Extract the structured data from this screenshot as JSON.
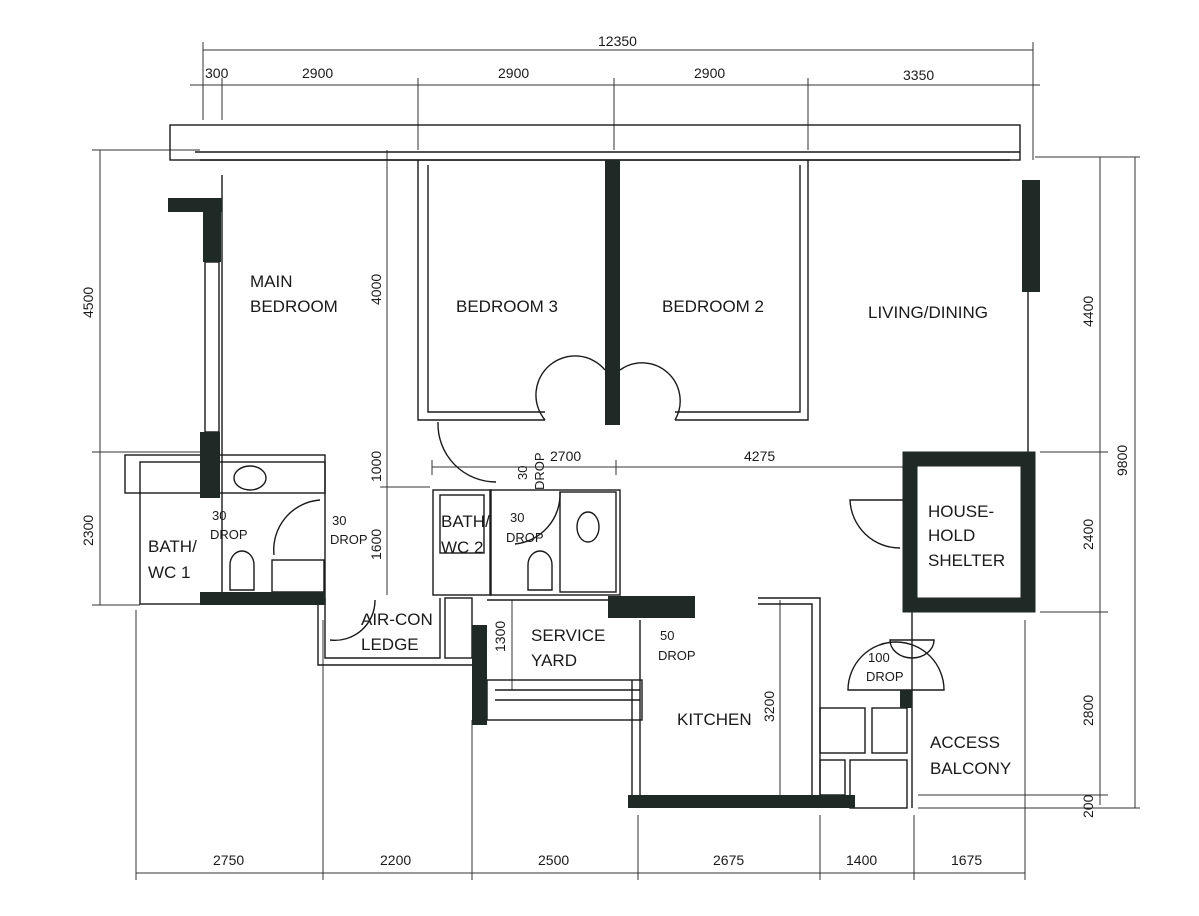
{
  "rooms": {
    "main_bedroom": [
      "MAIN",
      "BEDROOM"
    ],
    "bedroom3": "BEDROOM 3",
    "bedroom2": "BEDROOM 2",
    "living": "LIVING/DINING",
    "bath1": [
      "BATH/",
      "WC 1"
    ],
    "bath2": [
      "BATH/",
      "WC 2"
    ],
    "aircon": [
      "AIR-CON",
      "LEDGE"
    ],
    "service": [
      "SERVICE",
      "YARD"
    ],
    "kitchen": "KITCHEN",
    "shelter": [
      "HOUSE-",
      "HOLD",
      "SHELTER"
    ],
    "balcony": [
      "ACCESS",
      "BALCONY"
    ]
  },
  "drops": {
    "d1": [
      "30",
      "DROP"
    ],
    "d2": [
      "30",
      "DROP"
    ],
    "d3": [
      "30",
      "DROP"
    ],
    "d4": [
      "30",
      "DROP"
    ],
    "d5": [
      "50",
      "DROP"
    ],
    "d6": [
      "100",
      "DROP"
    ]
  },
  "dimensions": {
    "overall_width": "12350",
    "top": [
      "300",
      "2900",
      "2900",
      "2900",
      "3350"
    ],
    "left": [
      "4500",
      "2300"
    ],
    "inner_left": [
      "4000",
      "1000",
      "1600"
    ],
    "right": [
      "4400",
      "2400",
      "2800",
      "200"
    ],
    "overall_depth": "9800",
    "bottom": [
      "2750",
      "2200",
      "2500",
      "2675",
      "1400",
      "1675"
    ],
    "corridor": [
      "2700",
      "4275"
    ],
    "service_yard": "1300",
    "kitchen": "3200"
  }
}
